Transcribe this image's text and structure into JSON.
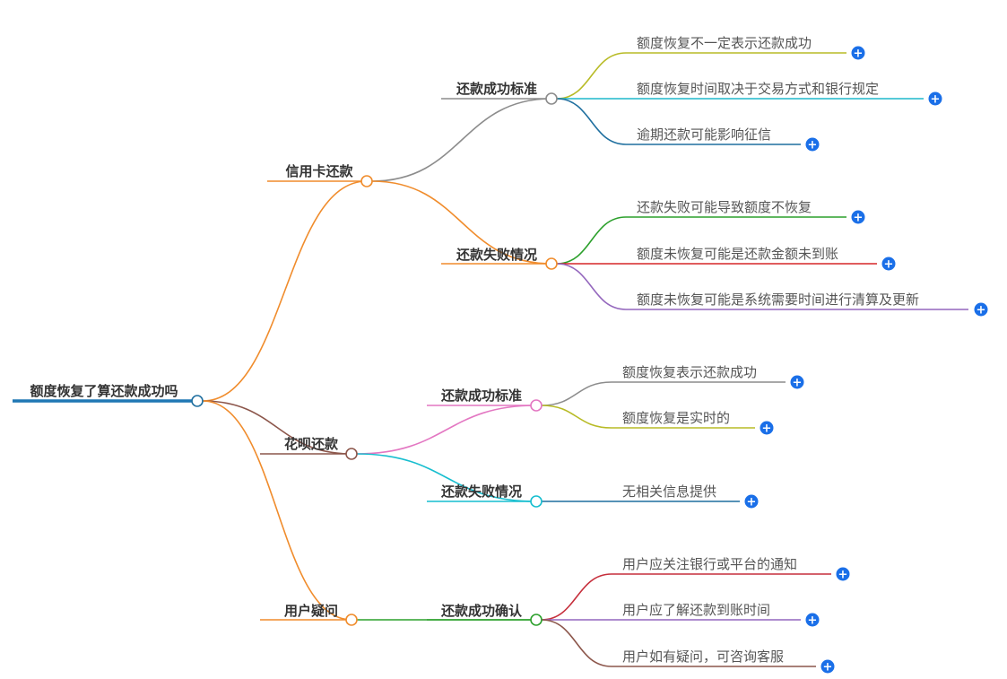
{
  "mindmap": {
    "root": {
      "label": "额度恢复了算还款成功吗"
    },
    "branches": [
      {
        "label": "信用卡还款",
        "color": "#f08c2c",
        "children": [
          {
            "label": "还款成功标准",
            "color": "#8c8c8c",
            "leaves": [
              {
                "label": "额度恢复不一定表示还款成功",
                "color": "#b8bb26"
              },
              {
                "label": "额度恢复时间取决于交易方式和银行规定",
                "color": "#1fb8cc"
              },
              {
                "label": "逾期还款可能影响征信",
                "color": "#1f6f9f"
              }
            ]
          },
          {
            "label": "还款失败情况",
            "color": "#f08c2c",
            "leaves": [
              {
                "label": "还款失败可能导致额度不恢复",
                "color": "#2ca02c"
              },
              {
                "label": "额度未恢复可能是还款金额未到账",
                "color": "#d62728"
              },
              {
                "label": "额度未恢复可能是系统需要时间进行清算及更新",
                "color": "#9467bd"
              }
            ]
          }
        ]
      },
      {
        "label": "花呗还款",
        "color": "#8c564b",
        "children": [
          {
            "label": "还款成功标准",
            "color": "#e377c2",
            "leaves": [
              {
                "label": "额度恢复表示还款成功",
                "color": "#8c8c8c"
              },
              {
                "label": "额度恢复是实时的",
                "color": "#b8bb26"
              }
            ]
          },
          {
            "label": "还款失败情况",
            "color": "#17becf",
            "leaves": [
              {
                "label": "无相关信息提供",
                "color": "#1f6f9f"
              }
            ]
          }
        ]
      },
      {
        "label": "用户疑问",
        "color": "#f08c2c",
        "children": [
          {
            "label": "还款成功确认",
            "color": "#2ca02c",
            "leaves": [
              {
                "label": "用户应关注银行或平台的通知",
                "color": "#c62f3c"
              },
              {
                "label": "用户应了解还款到账时间",
                "color": "#9467bd"
              },
              {
                "label": "用户如有疑问，可咨询客服",
                "color": "#8c564b"
              }
            ]
          }
        ]
      }
    ],
    "colors": {
      "root_underline": "#1f77b4",
      "expand_button": "#1a6fe8"
    },
    "expand_glyph": "+"
  }
}
